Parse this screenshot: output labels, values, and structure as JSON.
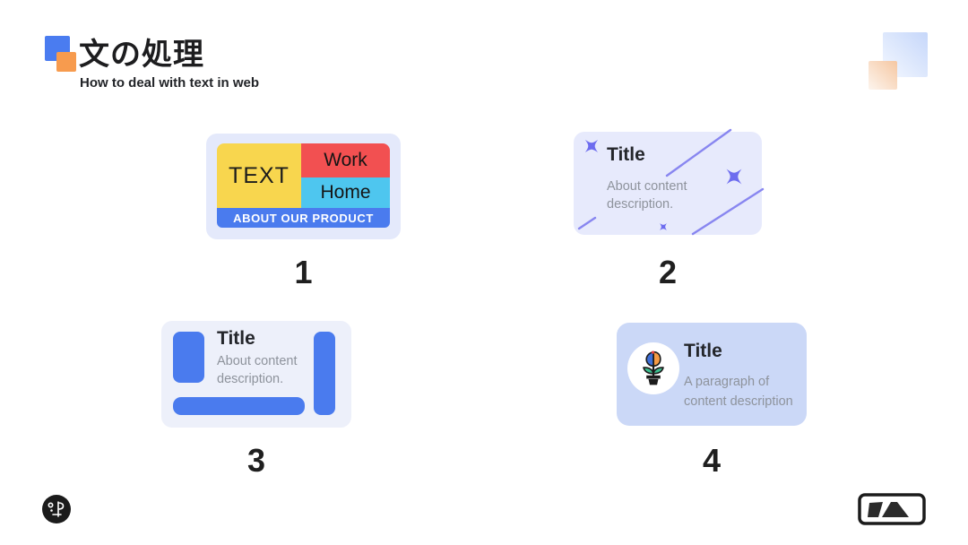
{
  "header": {
    "title": "文の処理",
    "subtitle": "How to deal with text in web"
  },
  "cards": [
    {
      "number": "1",
      "example": {
        "text_label": "TEXT",
        "work_label": "Work",
        "home_label": "Home",
        "banner": "ABOUT OUR PRODUCT"
      }
    },
    {
      "number": "2",
      "example": {
        "title": "Title",
        "description": "About content description."
      }
    },
    {
      "number": "3",
      "example": {
        "title": "Title",
        "description": "About content description."
      }
    },
    {
      "number": "4",
      "example": {
        "title": "Title",
        "description": "A paragraph of content description"
      }
    }
  ],
  "icons": {
    "header_marker": "blue-orange-squares",
    "card4_icon": "tulip-in-pot",
    "footer_left": "circular-letter-logo",
    "footer_right": "mountains-badge-logo"
  },
  "colors": {
    "accent_blue": "#4A7BEE",
    "yellow": "#F8D64E",
    "red": "#F25051",
    "cyan": "#4EC6EF",
    "purple_decoration": "#6D6CEF",
    "orange": "#F79B4E",
    "card1_bg": "#E4E9FB",
    "card2_bg": "#E7EAFC",
    "card3_bg": "#EDF0FA",
    "card4_bg": "#CBD8F7",
    "text_dark": "#1D1D1F",
    "text_gray": "#8E939C"
  }
}
